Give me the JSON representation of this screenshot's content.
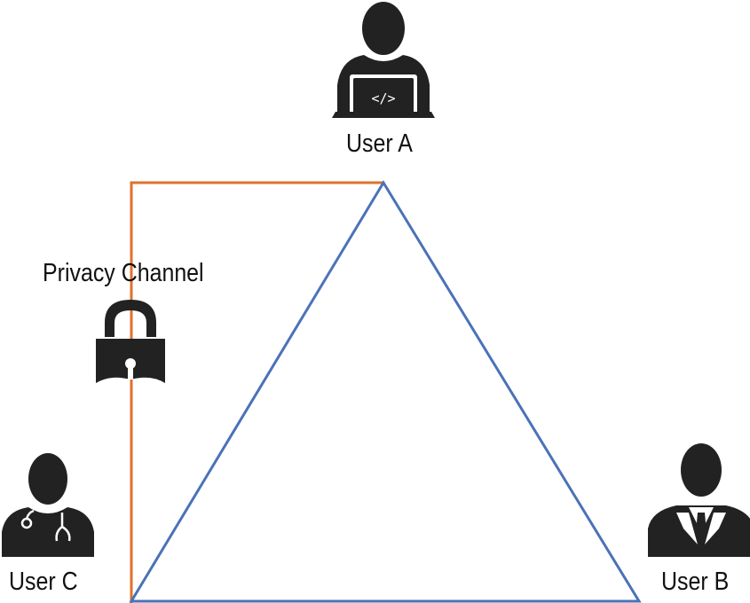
{
  "users": {
    "a": {
      "label": "User A",
      "icon": "developer-user-icon"
    },
    "b": {
      "label": "User B",
      "icon": "businessman-user-icon"
    },
    "c": {
      "label": "User C",
      "icon": "doctor-user-icon"
    }
  },
  "channel": {
    "label": "Privacy Channel",
    "icon": "padlock-icon"
  },
  "colors": {
    "triangle": "#4a72b8",
    "privacy_line": "#e0712b",
    "icon_fill": "#222222"
  }
}
